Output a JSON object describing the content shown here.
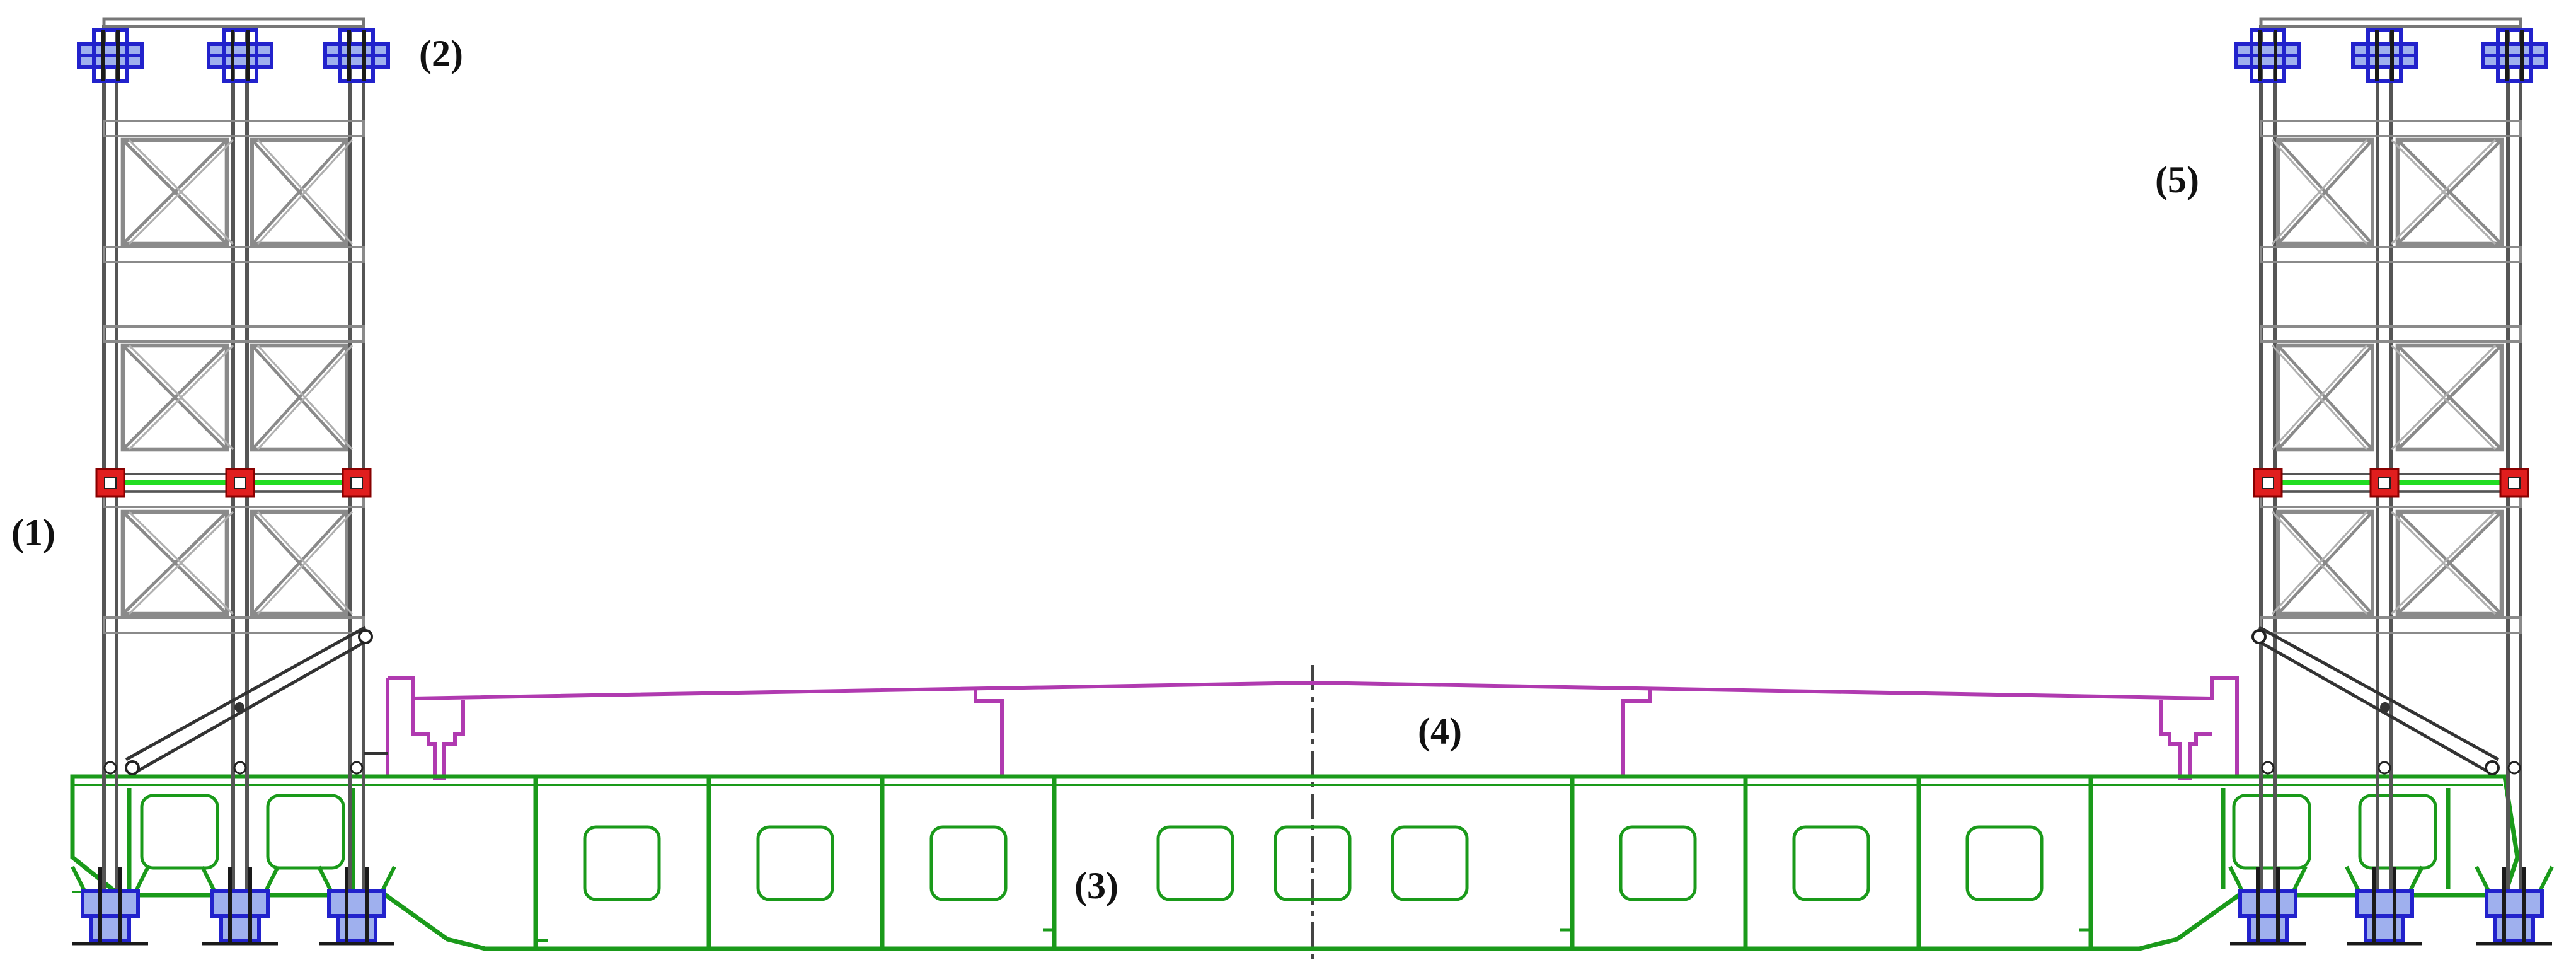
{
  "labels": {
    "l1": "(1)",
    "l2": "(2)",
    "l3": "(3)",
    "l4": "(4)",
    "l5": "(5)"
  },
  "colors": {
    "tower": "#555555",
    "tower_light": "#8a8a8a",
    "hull": "#1a9a1a",
    "deck": "#b03ab0",
    "fitting": "#2222cc",
    "fitting_fill": "#9fb0ee",
    "red": "#e01e1e",
    "green_beam": "#22dd22",
    "centerline": "#444444"
  },
  "icons": {
    "top_fitting": "column-top-clamp",
    "bottom_fitting": "column-base-jack",
    "mid_node": "red-connection-node"
  }
}
